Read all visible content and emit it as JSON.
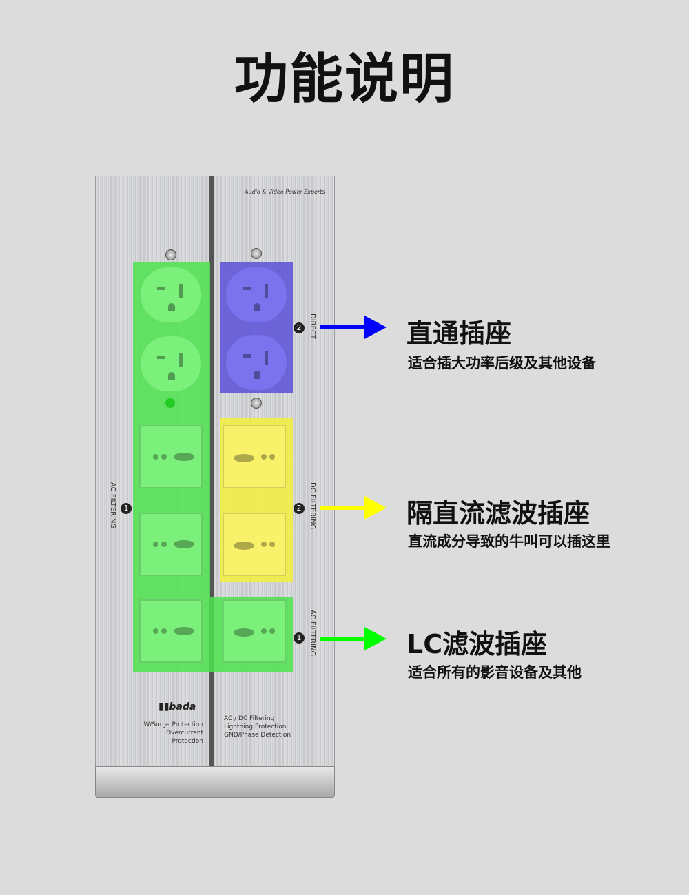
{
  "title": "功能说明",
  "panel": {
    "tagline": "Audio & Video Power Experts",
    "brand": "bada",
    "left_features": [
      "W/Surge Protection",
      "Overcurrent Protection"
    ],
    "right_features": [
      "AC / DC Filtering",
      "Lightning Protection",
      "GND/Phase Detection"
    ],
    "labels": {
      "left_ac": "AC FILTERING",
      "left_ac_num": "1",
      "direct": "DIRECT",
      "direct_num": "2",
      "dc": "DC FILTERING",
      "dc_num": "2",
      "right_ac": "AC FILTERING",
      "right_ac_num": "1"
    }
  },
  "callouts": [
    {
      "title": "直通插座",
      "desc": "适合插大功率后级及其他设备",
      "color": "#0000ff"
    },
    {
      "title": "隔直流滤波插座",
      "desc": "直流成分导致的牛叫可以插这里",
      "color": "#ffff00"
    },
    {
      "title": "LC滤波插座",
      "desc": "适合所有的影音设备及其他",
      "color": "#00ff00"
    }
  ]
}
